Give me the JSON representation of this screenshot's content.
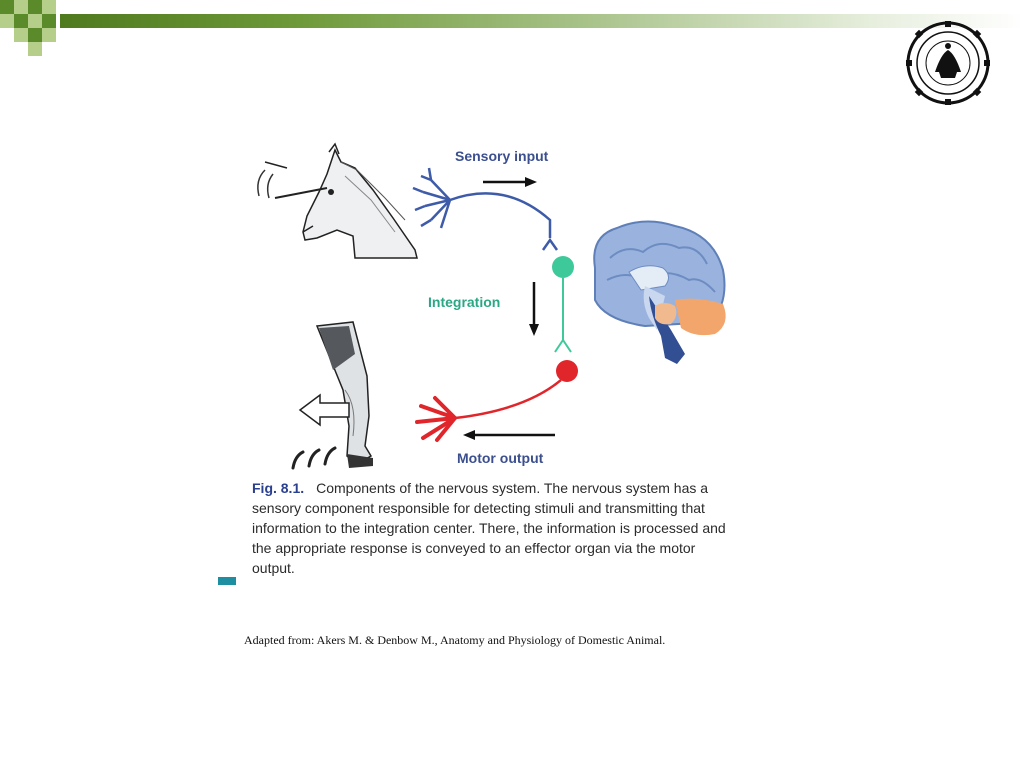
{
  "diagram": {
    "labels": {
      "sensory_input": "Sensory input",
      "integration": "Integration",
      "motor_output": "Motor output"
    },
    "colors": {
      "sensory": "#3d5ba8",
      "integration": "#3ec99a",
      "motor": "#e0262b",
      "brand_green": "#5a8a2a",
      "caption_blue": "#2a3f8f"
    }
  },
  "caption": {
    "fig_number": "Fig. 8.1.",
    "text": "Components of the nervous system. The nervous system has a sensory component responsible for detecting stimuli and transmitting that information to the integration center. There, the information is processed and the appropriate response is conveyed to an effector organ via the motor output."
  },
  "source": "Adapted from: Akers M. & Denbow M., Anatomy and Physiology of Domestic Animal."
}
